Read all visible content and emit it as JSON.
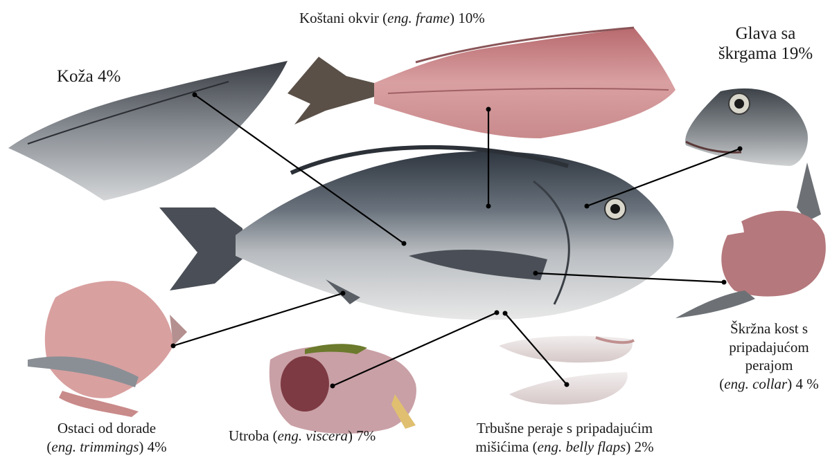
{
  "labels": {
    "frame": {
      "text": "Koštani okvir",
      "italic": "eng. frame",
      "suffix": "10%"
    },
    "skin": {
      "text": "Koža 4%"
    },
    "head": {
      "line1": "Glava sa",
      "line2": "škrgama 19%"
    },
    "collar": {
      "line1": "Škržna kost s",
      "line2": "pripadajućom",
      "line3": "perajom",
      "italic": "eng. collar",
      "suffix": "4 %"
    },
    "trimmings": {
      "line1": "Ostaci od dorade",
      "italic": "eng. trimmings",
      "suffix": "4%"
    },
    "viscera": {
      "text": "Utroba",
      "italic": "eng. viscera",
      "suffix": "7%"
    },
    "belly": {
      "line1": "Trbušne peraje s pripadajućim",
      "text": "mišićima",
      "italic": "eng. belly flaps",
      "suffix": "2%"
    }
  },
  "colors": {
    "leader_line": "#000000",
    "fish_back": "#3e4650",
    "fish_belly": "#dcdcdc",
    "flesh": "#d99090",
    "fin": "#4a4f57"
  }
}
